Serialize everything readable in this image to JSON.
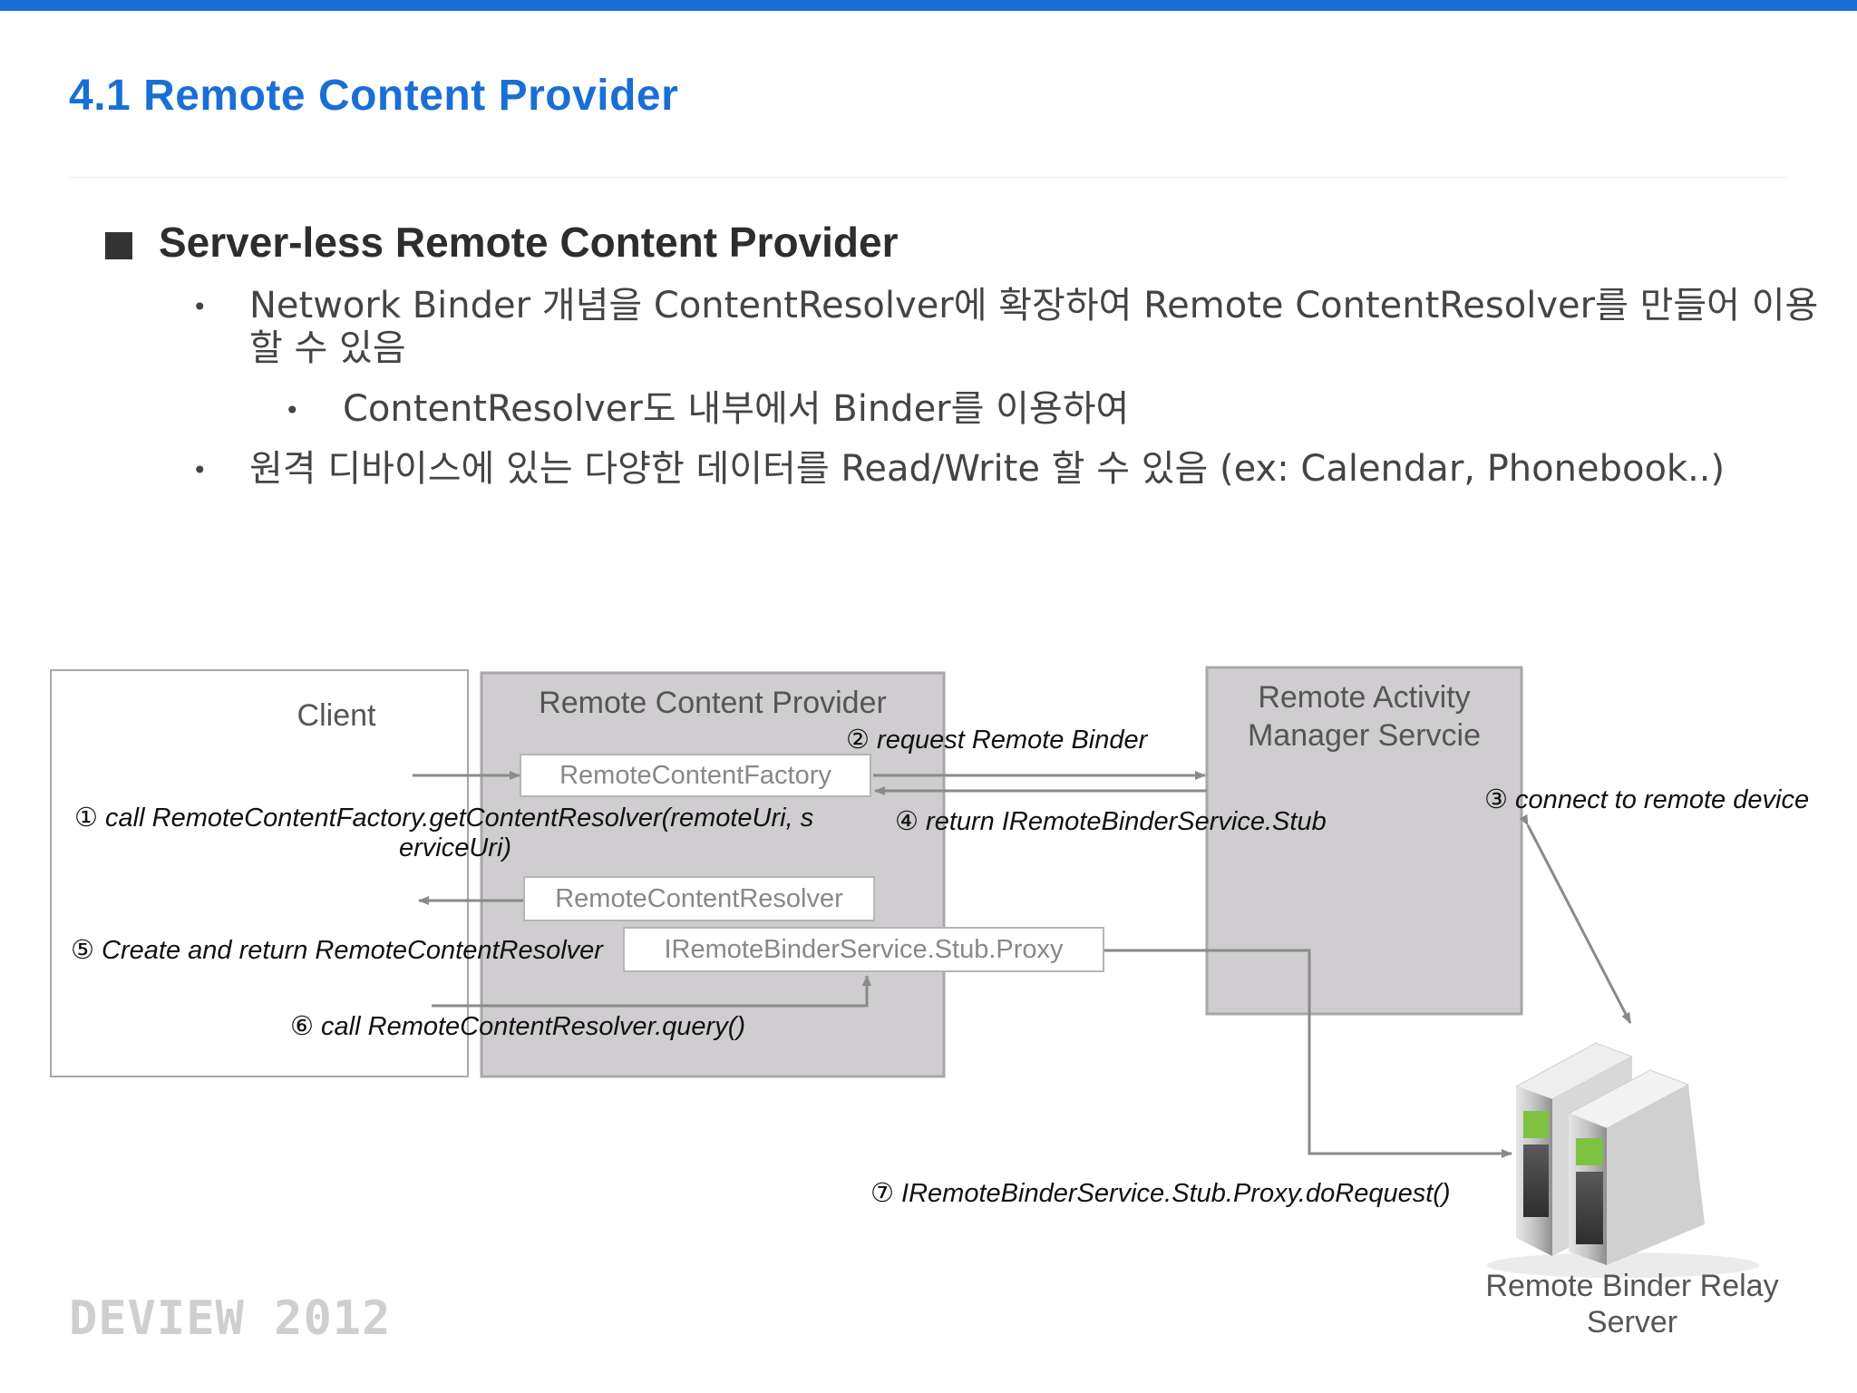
{
  "slide": {
    "title": "4.1  Remote Content Provider",
    "section_heading": "Server-less Remote Content Provider",
    "bullets": [
      "Network Binder 개념을 ContentResolver에 확장하여 Remote ContentResolver를 만들어 이용",
      "할 수 있음",
      "ContentResolver도 내부에서 Binder를 이용하여",
      "원격 디바이스에 있는 다양한 데이터를 Read/Write 할 수 있음 (ex: Calendar, Phonebook..)"
    ],
    "logo_text": "DEVIEW 2012"
  },
  "diagram": {
    "client_label": "Client",
    "provider_label": "Remote Content Provider",
    "activity_manager_label_1": "Remote Activity",
    "activity_manager_label_2": "Manager Servcie",
    "factory_box": "RemoteContentFactory",
    "resolver_box": "RemoteContentResolver",
    "proxy_box": "IRemoteBinderService.Stub.Proxy",
    "server_label_1": "Remote Binder Relay",
    "server_label_2": "Server",
    "steps": {
      "s1_num": "①",
      "s1_line1": " call  RemoteContentFactory.getContentResolver(remoteUri, s",
      "s1_line2": "erviceUri)",
      "s2_num": "②",
      "s2_text": " request Remote Binder",
      "s3_num": "③",
      "s3_text": " connect to remote device",
      "s4_num": "④",
      "s4_text": " return IRemoteBinderService.Stub",
      "s5_num": "⑤",
      "s5_text": " Create and return RemoteContentResolver",
      "s6_num": "⑥",
      "s6_text": " call RemoteContentResolver.query()",
      "s7_num": "⑦",
      "s7_text": " IRemoteBinderService.Stub.Proxy.doRequest()"
    }
  },
  "colors": {
    "accent_blue": "#1a6fd6",
    "box_gray": "#cfcdcf",
    "box_border": "#a9a7a9",
    "arrow_gray": "#8a8a8a"
  }
}
